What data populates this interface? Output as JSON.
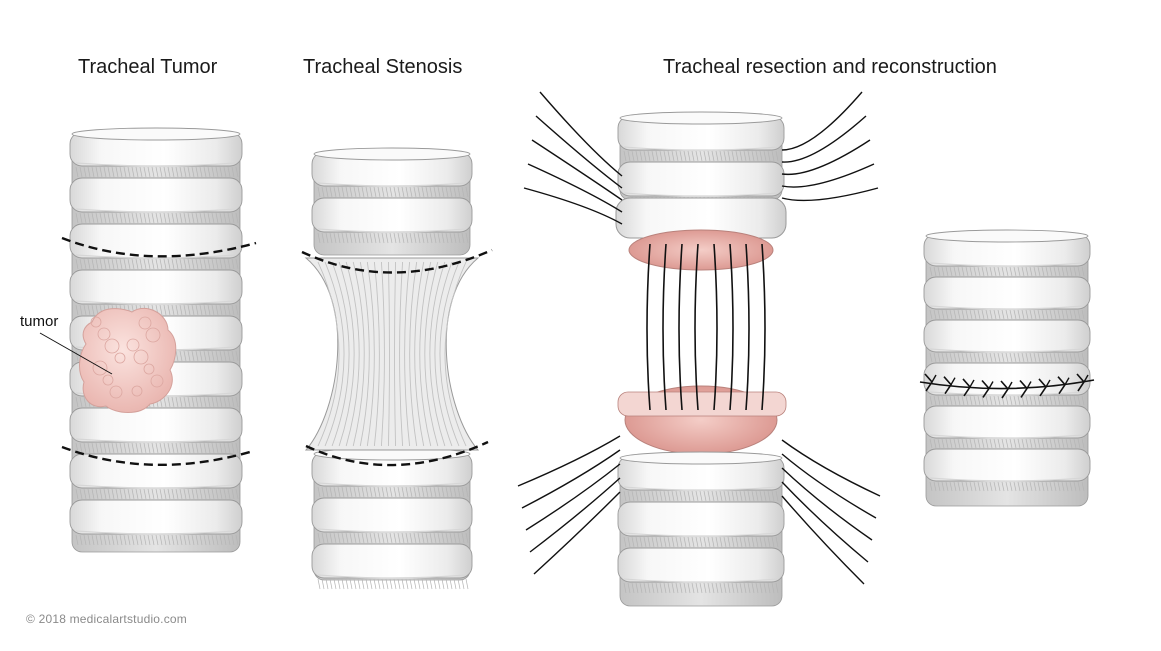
{
  "titles": {
    "tumor": "Tracheal Tumor",
    "stenosis": "Tracheal Stenosis",
    "resection": "Tracheal resection and reconstruction"
  },
  "callouts": {
    "tumor_label": "tumor"
  },
  "copyright": "© 2018 medicalartstudio.com",
  "colors": {
    "cartilage": "#f4f4f4",
    "cartilage_shadow": "#d6d6d6",
    "outline": "#9a9a9a",
    "ligament": "#c8c8c8",
    "tumor": "#f2c9c6",
    "mucosa": "#e9b2ad",
    "suture": "#111111",
    "cut_line": "#111111"
  },
  "icons": [
    "trachea-illustration",
    "tumor-mass",
    "stenosis-narrowing",
    "suture-lines",
    "anastomosis-stitches"
  ]
}
